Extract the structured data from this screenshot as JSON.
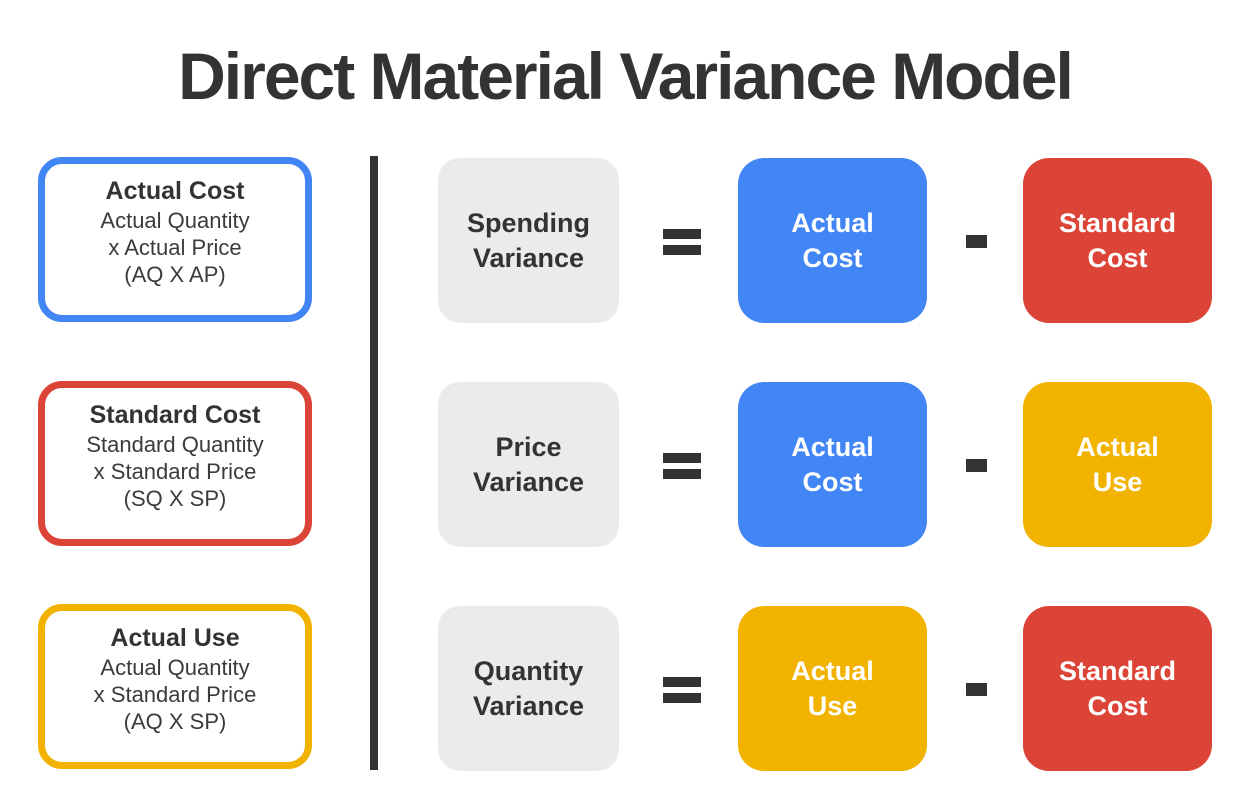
{
  "title": "Direct Material Variance Model",
  "colors": {
    "blue": "#4285F4",
    "red": "#DB4437",
    "yellow": "#F2B200",
    "gray_box": "#EBEBEB",
    "text_dark": "#333333",
    "white_text": "#FFFFFF"
  },
  "definitions": [
    {
      "accent": "blue",
      "title": "Actual Cost",
      "lines": [
        "Actual Quantity",
        "x Actual Price",
        "(AQ X AP)"
      ]
    },
    {
      "accent": "red",
      "title": "Standard Cost",
      "lines": [
        "Standard Quantity",
        "x Standard Price",
        "(SQ X SP)"
      ]
    },
    {
      "accent": "yellow",
      "title": "Actual Use",
      "lines": [
        "Actual Quantity",
        "x Standard Price",
        "(AQ X SP)"
      ]
    }
  ],
  "equations": [
    {
      "label": [
        "Spending",
        "Variance"
      ],
      "equals": "=",
      "term1": {
        "text": [
          "Actual",
          "Cost"
        ],
        "color": "blue"
      },
      "minus": "-",
      "term2": {
        "text": [
          "Standard",
          "Cost"
        ],
        "color": "red"
      }
    },
    {
      "label": [
        "Price",
        "Variance"
      ],
      "equals": "=",
      "term1": {
        "text": [
          "Actual",
          "Cost"
        ],
        "color": "blue"
      },
      "minus": "-",
      "term2": {
        "text": [
          "Actual",
          "Use"
        ],
        "color": "yellow"
      }
    },
    {
      "label": [
        "Quantity",
        "Variance"
      ],
      "equals": "=",
      "term1": {
        "text": [
          "Actual",
          "Use"
        ],
        "color": "yellow"
      },
      "minus": "-",
      "term2": {
        "text": [
          "Standard",
          "Cost"
        ],
        "color": "red"
      }
    }
  ]
}
